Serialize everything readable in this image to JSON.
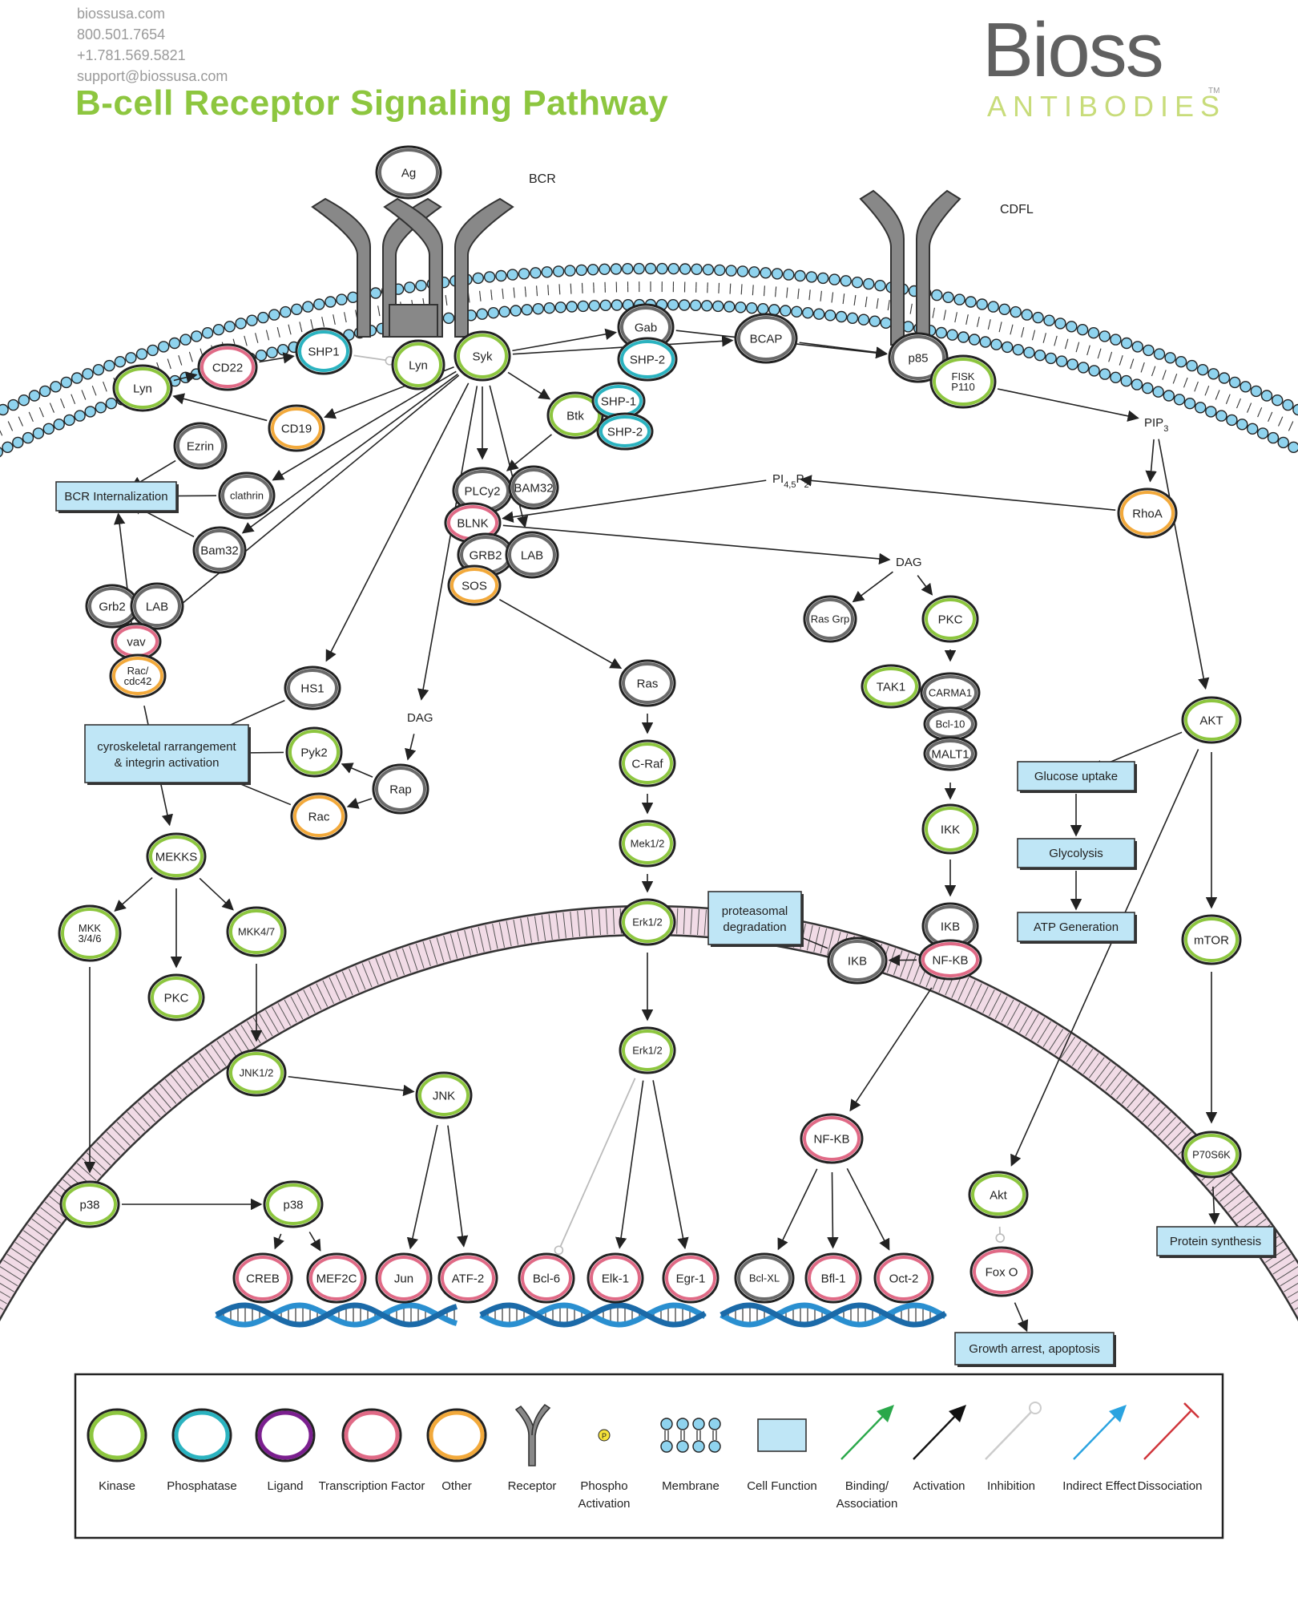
{
  "header": {
    "website": "biossusa.com",
    "phone_1": "800.501.7654",
    "phone_2": "+1.781.569.5821",
    "email": "support@biossusa.com",
    "title": "B-cell Receptor Signaling Pathway",
    "logo_main": "Bioss",
    "logo_sub": "ANTIBODIES",
    "logo_tm": "TM"
  },
  "colors": {
    "kinase": "#8dc63f",
    "phosphatase": "#2bb3c0",
    "ligand": "#7b1f8f",
    "transcription_factor": "#e06a86",
    "other": "#f2a93b",
    "neutral": "#6a6a6a",
    "cell_function_fill": "#bfe6f6",
    "membrane_head": "#8fd3ee",
    "nucleus_fill": "#f1dbe6",
    "dna_blue": "#2a8fd0",
    "title_green": "#8dc63f"
  },
  "receptors": [
    {
      "id": "bcr",
      "label": "BCR"
    },
    {
      "id": "cdfl",
      "label": "CDFL"
    }
  ],
  "nodes": [
    {
      "id": "ag",
      "label": "Ag",
      "type": "neutral"
    },
    {
      "id": "shp1_top",
      "label": "SHP1",
      "type": "phosphatase"
    },
    {
      "id": "lyn_top",
      "label": "Lyn",
      "type": "kinase"
    },
    {
      "id": "syk",
      "label": "Syk",
      "type": "kinase"
    },
    {
      "id": "gab",
      "label": "Gab",
      "type": "neutral"
    },
    {
      "id": "shp2_gab",
      "label": "SHP-2",
      "type": "phosphatase"
    },
    {
      "id": "bcap",
      "label": "BCAP",
      "type": "neutral"
    },
    {
      "id": "p85",
      "label": "p85",
      "type": "neutral"
    },
    {
      "id": "pi3k",
      "label": "FISK\nP110",
      "type": "kinase"
    },
    {
      "id": "cd22",
      "label": "CD22",
      "type": "tf"
    },
    {
      "id": "lyn_left",
      "label": "Lyn",
      "type": "kinase"
    },
    {
      "id": "cd19",
      "label": "CD19",
      "type": "other"
    },
    {
      "id": "btk",
      "label": "Btk",
      "type": "kinase"
    },
    {
      "id": "shp1_btk",
      "label": "SHP-1",
      "type": "phosphatase"
    },
    {
      "id": "shp2_btk",
      "label": "SHP-2",
      "type": "phosphatase"
    },
    {
      "id": "ezrin",
      "label": "Ezrin",
      "type": "neutral"
    },
    {
      "id": "clathrin",
      "label": "clathrin",
      "type": "neutral"
    },
    {
      "id": "bam32_l",
      "label": "Bam32",
      "type": "neutral"
    },
    {
      "id": "plcy2",
      "label": "PLCy2",
      "type": "neutral"
    },
    {
      "id": "bam32_r",
      "label": "BAM32",
      "type": "neutral"
    },
    {
      "id": "blnk",
      "label": "BLNK",
      "type": "tf"
    },
    {
      "id": "grb2_c",
      "label": "GRB2",
      "type": "neutral"
    },
    {
      "id": "lab_c",
      "label": "LAB",
      "type": "neutral"
    },
    {
      "id": "sos",
      "label": "SOS",
      "type": "other"
    },
    {
      "id": "grb2_l",
      "label": "Grb2",
      "type": "neutral"
    },
    {
      "id": "lab_l",
      "label": "LAB",
      "type": "neutral"
    },
    {
      "id": "vav",
      "label": "vav",
      "type": "tf"
    },
    {
      "id": "rac_cdc42",
      "label": "Rac/\ncdc42",
      "type": "other"
    },
    {
      "id": "hs1",
      "label": "HS1",
      "type": "neutral"
    },
    {
      "id": "pyk2",
      "label": "Pyk2",
      "type": "kinase"
    },
    {
      "id": "rap",
      "label": "Rap",
      "type": "neutral"
    },
    {
      "id": "rac",
      "label": "Rac",
      "type": "other"
    },
    {
      "id": "rhoa",
      "label": "RhoA",
      "type": "other"
    },
    {
      "id": "rasgrp",
      "label": "Ras Grp",
      "type": "neutral"
    },
    {
      "id": "pkc_r",
      "label": "PKC",
      "type": "kinase"
    },
    {
      "id": "tak1",
      "label": "TAK1",
      "type": "kinase"
    },
    {
      "id": "carma1",
      "label": "CARMA1",
      "type": "neutral"
    },
    {
      "id": "bcl10",
      "label": "Bcl-10",
      "type": "neutral"
    },
    {
      "id": "malt1",
      "label": "MALT1",
      "type": "neutral"
    },
    {
      "id": "ikk",
      "label": "IKK",
      "type": "kinase"
    },
    {
      "id": "ikb_top",
      "label": "IKB",
      "type": "neutral"
    },
    {
      "id": "nfkb_top",
      "label": "NF-KB",
      "type": "tf"
    },
    {
      "id": "ikb_left",
      "label": "IKB",
      "type": "neutral"
    },
    {
      "id": "ras",
      "label": "Ras",
      "type": "neutral"
    },
    {
      "id": "craf",
      "label": "C-Raf",
      "type": "kinase"
    },
    {
      "id": "mek",
      "label": "Mek1/2",
      "type": "kinase"
    },
    {
      "id": "erk_top",
      "label": "Erk1/2",
      "type": "kinase"
    },
    {
      "id": "erk_nuc",
      "label": "Erk1/2",
      "type": "kinase"
    },
    {
      "id": "akt_r",
      "label": "AKT",
      "type": "kinase"
    },
    {
      "id": "mtor",
      "label": "mTOR",
      "type": "kinase"
    },
    {
      "id": "p70s6k",
      "label": "P70S6K",
      "type": "kinase"
    },
    {
      "id": "mekks",
      "label": "MEKKS",
      "type": "kinase"
    },
    {
      "id": "mkk346",
      "label": "MKK\n3/4/6",
      "type": "kinase"
    },
    {
      "id": "mkk47",
      "label": "MKK4/7",
      "type": "kinase"
    },
    {
      "id": "pkc_l",
      "label": "PKC",
      "type": "kinase"
    },
    {
      "id": "jnk12",
      "label": "JNK1/2",
      "type": "kinase"
    },
    {
      "id": "jnk",
      "label": "JNK",
      "type": "kinase"
    },
    {
      "id": "p38_out",
      "label": "p38",
      "type": "kinase"
    },
    {
      "id": "p38_in",
      "label": "p38",
      "type": "kinase"
    },
    {
      "id": "nfkb_nuc",
      "label": "NF-KB",
      "type": "tf"
    },
    {
      "id": "akt_nuc",
      "label": "Akt",
      "type": "kinase"
    },
    {
      "id": "foxo",
      "label": "Fox O",
      "type": "tf"
    },
    {
      "id": "creb",
      "label": "CREB",
      "type": "tf"
    },
    {
      "id": "mef2c",
      "label": "MEF2C",
      "type": "tf"
    },
    {
      "id": "jun",
      "label": "Jun",
      "type": "tf"
    },
    {
      "id": "atf2",
      "label": "ATF-2",
      "type": "tf"
    },
    {
      "id": "bcl6",
      "label": "Bcl-6",
      "type": "tf"
    },
    {
      "id": "elk1",
      "label": "Elk-1",
      "type": "tf"
    },
    {
      "id": "egr1",
      "label": "Egr-1",
      "type": "tf"
    },
    {
      "id": "bclxl",
      "label": "Bcl-XL",
      "type": "neutral"
    },
    {
      "id": "bfl1",
      "label": "Bfl-1",
      "type": "tf"
    },
    {
      "id": "oct2",
      "label": "Oct-2",
      "type": "tf"
    }
  ],
  "cell_functions": [
    {
      "id": "bcr_internalization",
      "label": "BCR Internalization"
    },
    {
      "id": "cytoskeletal",
      "label": "cyroskeletal rarrangement\n& integrin activation"
    },
    {
      "id": "proteasomal",
      "label": "proteasomal\ndegradation"
    },
    {
      "id": "glucose",
      "label": "Glucose uptake"
    },
    {
      "id": "glycolysis",
      "label": "Glycolysis"
    },
    {
      "id": "atp",
      "label": "ATP Generation"
    },
    {
      "id": "protein_synthesis",
      "label": "Protein synthesis"
    },
    {
      "id": "growth_arrest",
      "label": "Growth arrest, apoptosis"
    }
  ],
  "plain_labels": [
    {
      "id": "pip3",
      "label": "PIP",
      "sub": "3"
    },
    {
      "id": "pi45p2",
      "label": "PI",
      "sub": "4,5",
      "mid": "P",
      "sub2": "2"
    },
    {
      "id": "dag_center",
      "label": "DAG"
    },
    {
      "id": "dag_left",
      "label": "DAG"
    }
  ],
  "edges": [
    {
      "from": "syk",
      "to": "gab",
      "kind": "activation"
    },
    {
      "from": "syk",
      "to": "bcap",
      "kind": "activation"
    },
    {
      "from": "syk",
      "to": "btk",
      "kind": "activation"
    },
    {
      "from": "syk",
      "to": "cd19",
      "kind": "activation"
    },
    {
      "from": "syk",
      "to": "plcy2",
      "kind": "activation"
    },
    {
      "from": "syk",
      "to": "clathrin",
      "kind": "activation"
    },
    {
      "from": "syk",
      "to": "bam32_l",
      "kind": "activation"
    },
    {
      "from": "syk",
      "to": "vav",
      "kind": "activation"
    },
    {
      "from": "syk",
      "to": "hs1",
      "kind": "activation"
    },
    {
      "from": "syk",
      "to": "dag_left",
      "kind": "activation"
    },
    {
      "from": "syk",
      "to": "lab_c",
      "kind": "activation"
    },
    {
      "from": "shp1_top",
      "to": "lyn_top",
      "kind": "inhibition"
    },
    {
      "from": "cd22",
      "to": "shp1_top",
      "kind": "activation"
    },
    {
      "from": "lyn_left",
      "to": "cd22",
      "kind": "activation"
    },
    {
      "from": "cd19",
      "to": "lyn_left",
      "kind": "activation"
    },
    {
      "from": "gab",
      "to": "p85",
      "kind": "activation"
    },
    {
      "from": "bcap",
      "to": "p85",
      "kind": "activation"
    },
    {
      "from": "pi3k",
      "to": "pip3",
      "kind": "activation"
    },
    {
      "from": "pip3",
      "to": "rhoa",
      "kind": "activation"
    },
    {
      "from": "pip3",
      "to": "akt_r",
      "kind": "activation"
    },
    {
      "from": "rhoa",
      "to": "pi45p2",
      "kind": "activation"
    },
    {
      "from": "pi45p2",
      "to": "blnk",
      "kind": "activation"
    },
    {
      "from": "btk",
      "to": "plcy2",
      "kind": "activation"
    },
    {
      "from": "blnk",
      "to": "dag_center",
      "kind": "activation"
    },
    {
      "from": "dag_center",
      "to": "rasgrp",
      "kind": "activation"
    },
    {
      "from": "dag_center",
      "to": "pkc_r",
      "kind": "activation"
    },
    {
      "from": "pkc_r",
      "to": "carma1",
      "kind": "activation"
    },
    {
      "from": "malt1",
      "to": "ikk",
      "kind": "activation"
    },
    {
      "from": "ikk",
      "to": "ikb_top",
      "kind": "activation"
    },
    {
      "from": "nfkb_top",
      "to": "ikb_left",
      "kind": "activation"
    },
    {
      "from": "ikb_left",
      "to": "proteasomal",
      "kind": "activation"
    },
    {
      "from": "nfkb_top",
      "to": "nfkb_nuc",
      "kind": "activation"
    },
    {
      "from": "sos",
      "to": "ras",
      "kind": "activation"
    },
    {
      "from": "ras",
      "to": "craf",
      "kind": "activation"
    },
    {
      "from": "craf",
      "to": "mek",
      "kind": "activation"
    },
    {
      "from": "mek",
      "to": "erk_top",
      "kind": "activation"
    },
    {
      "from": "erk_top",
      "to": "erk_nuc",
      "kind": "activation"
    },
    {
      "from": "erk_nuc",
      "to": "elk1",
      "kind": "activation"
    },
    {
      "from": "erk_nuc",
      "to": "egr1",
      "kind": "activation"
    },
    {
      "from": "erk_nuc",
      "to": "bcl6",
      "kind": "inhibition"
    },
    {
      "from": "akt_r",
      "to": "glucose",
      "kind": "activation"
    },
    {
      "from": "glucose",
      "to": "glycolysis",
      "kind": "activation"
    },
    {
      "from": "glycolysis",
      "to": "atp",
      "kind": "activation"
    },
    {
      "from": "akt_r",
      "to": "mtor",
      "kind": "activation"
    },
    {
      "from": "akt_r",
      "to": "akt_nuc",
      "kind": "activation"
    },
    {
      "from": "mtor",
      "to": "p70s6k",
      "kind": "activation"
    },
    {
      "from": "p70s6k",
      "to": "protein_synthesis",
      "kind": "activation"
    },
    {
      "from": "akt_nuc",
      "to": "foxo",
      "kind": "inhibition"
    },
    {
      "from": "foxo",
      "to": "growth_arrest",
      "kind": "activation"
    },
    {
      "from": "ezrin",
      "to": "bcr_internalization",
      "kind": "activation"
    },
    {
      "from": "clathrin",
      "to": "bcr_internalization",
      "kind": "activation"
    },
    {
      "from": "bam32_l",
      "to": "bcr_internalization",
      "kind": "activation"
    },
    {
      "from": "rac_cdc42",
      "to": "bcr_internalization",
      "kind": "activation"
    },
    {
      "from": "rac_cdc42",
      "to": "mekks",
      "kind": "activation"
    },
    {
      "from": "hs1",
      "to": "cytoskeletal",
      "kind": "activation"
    },
    {
      "from": "pyk2",
      "to": "cytoskeletal",
      "kind": "activation"
    },
    {
      "from": "rac",
      "to": "cytoskeletal",
      "kind": "activation"
    },
    {
      "from": "dag_left",
      "to": "rap",
      "kind": "activation"
    },
    {
      "from": "rap",
      "to": "pyk2",
      "kind": "activation"
    },
    {
      "from": "rap",
      "to": "rac",
      "kind": "activation"
    },
    {
      "from": "mekks",
      "to": "mkk346",
      "kind": "activation"
    },
    {
      "from": "mekks",
      "to": "pkc_l",
      "kind": "activation"
    },
    {
      "from": "mekks",
      "to": "mkk47",
      "kind": "activation"
    },
    {
      "from": "mkk47",
      "to": "jnk12",
      "kind": "activation"
    },
    {
      "from": "jnk12",
      "to": "jnk",
      "kind": "activation"
    },
    {
      "from": "mkk346",
      "to": "p38_out",
      "kind": "activation"
    },
    {
      "from": "p38_out",
      "to": "p38_in",
      "kind": "activation"
    },
    {
      "from": "p38_in",
      "to": "creb",
      "kind": "activation"
    },
    {
      "from": "p38_in",
      "to": "mef2c",
      "kind": "activation"
    },
    {
      "from": "jnk",
      "to": "jun",
      "kind": "activation"
    },
    {
      "from": "jnk",
      "to": "atf2",
      "kind": "activation"
    },
    {
      "from": "nfkb_nuc",
      "to": "bclxl",
      "kind": "activation"
    },
    {
      "from": "nfkb_nuc",
      "to": "bfl1",
      "kind": "activation"
    },
    {
      "from": "nfkb_nuc",
      "to": "oct2",
      "kind": "activation"
    }
  ],
  "legend": [
    {
      "id": "kinase",
      "label": "Kinase"
    },
    {
      "id": "phosphatase",
      "label": "Phosphatase"
    },
    {
      "id": "ligand",
      "label": "Ligand"
    },
    {
      "id": "tf",
      "label": "Transcription Factor"
    },
    {
      "id": "other",
      "label": "Other"
    },
    {
      "id": "receptor",
      "label": "Receptor"
    },
    {
      "id": "phospho",
      "label": "Phospho\nActivation"
    },
    {
      "id": "membrane",
      "label": "Membrane"
    },
    {
      "id": "cellfn",
      "label": "Cell Function"
    },
    {
      "id": "binding",
      "label": "Binding/\nAssociation"
    },
    {
      "id": "activation",
      "label": "Activation"
    },
    {
      "id": "inhibition",
      "label": "Inhibition"
    },
    {
      "id": "indirect",
      "label": "Indirect Effect"
    },
    {
      "id": "dissociation",
      "label": "Dissociation"
    }
  ],
  "legend_phospho_glyph": "P"
}
